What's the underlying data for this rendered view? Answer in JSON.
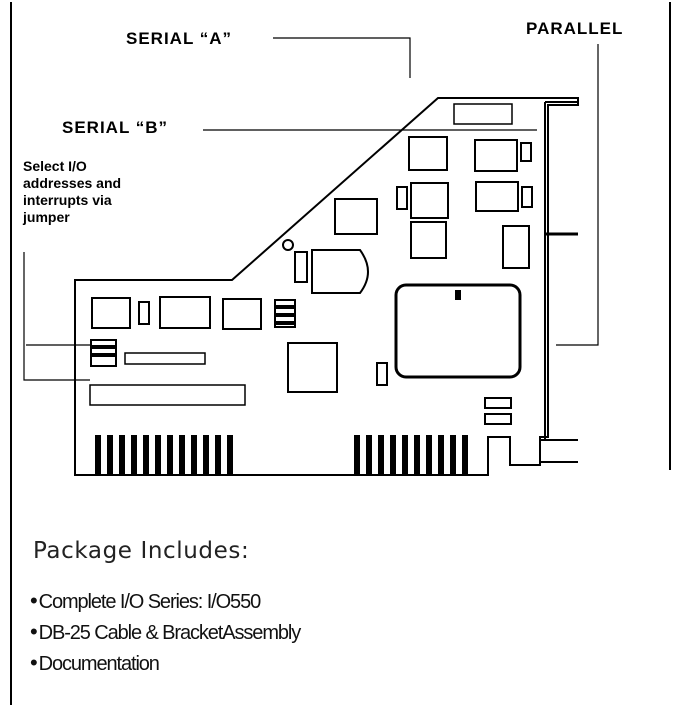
{
  "labels": {
    "serial_a": "SERIAL “A”",
    "parallel": "PARALLEL",
    "serial_b": "SERIAL “B”",
    "select_io": [
      "Select I/O",
      "addresses and",
      "interrupts via",
      "jumper"
    ]
  },
  "package": {
    "title": "Package Includes:",
    "items": [
      "Complete I/O Series: I/O550",
      "DB-25 Cable & BracketAssembly",
      "Documentation"
    ]
  },
  "colors": {
    "line": "#000000",
    "background": "#ffffff"
  }
}
